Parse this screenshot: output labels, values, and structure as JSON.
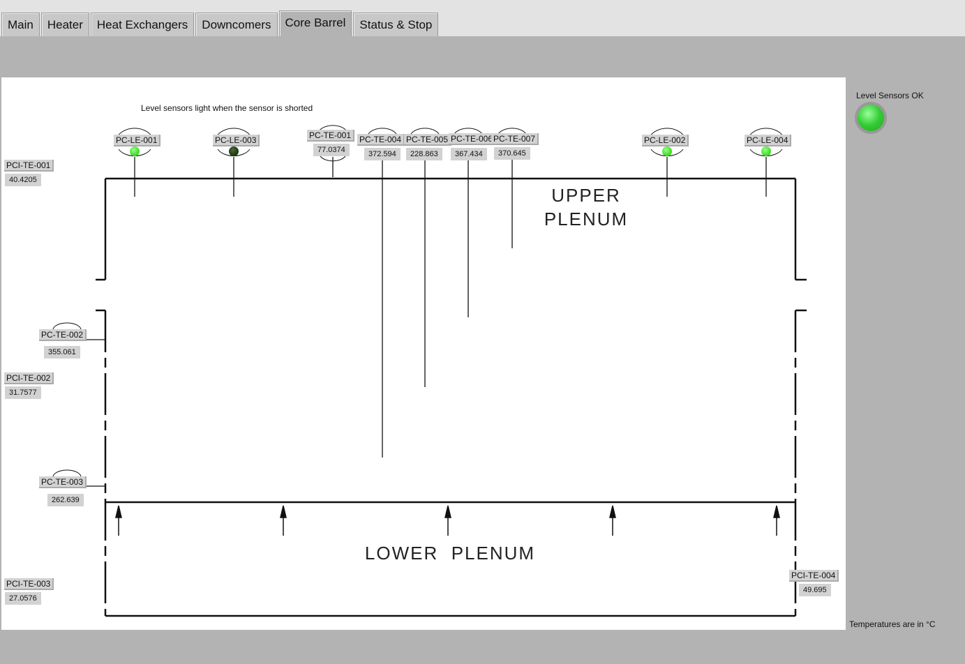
{
  "tabs": [
    "Main",
    "Heater",
    "Heat Exchangers",
    "Downcomers",
    "Core Barrel",
    "Status & Stop"
  ],
  "active_tab": "Core Barrel",
  "note": "Level sensors light when the sensor is shorted",
  "level_ok_label": "Level Sensors OK",
  "units_note": "Temperatures are in °C",
  "upper1": "UPPER",
  "upper2": "PLENUM",
  "lower": "LOWER  PLENUM",
  "level_sensors": [
    {
      "name": "PC-LE-001",
      "state": "on",
      "color": "#44dd22"
    },
    {
      "name": "PC-LE-003",
      "state": "off",
      "color": "#1f3a12"
    },
    {
      "name": "PC-LE-002",
      "state": "on",
      "color": "#44dd22"
    },
    {
      "name": "PC-LE-004",
      "state": "on",
      "color": "#44dd22"
    }
  ],
  "probes": [
    {
      "name": "PC-TE-001",
      "value": "77.0374"
    },
    {
      "name": "PC-TE-004",
      "value": "372.594"
    },
    {
      "name": "PC-TE-005",
      "value": "228.863"
    },
    {
      "name": "PC-TE-006",
      "value": "367.434"
    },
    {
      "name": "PC-TE-007",
      "value": "370.645"
    },
    {
      "name": "PC-TE-002",
      "value": "355.061"
    },
    {
      "name": "PC-TE-003",
      "value": "262.639"
    }
  ],
  "inlet_sensors": [
    {
      "name": "PCI-TE-001",
      "value": "40.4205"
    },
    {
      "name": "PCI-TE-002",
      "value": "31.7577"
    },
    {
      "name": "PCI-TE-003",
      "value": "27.0576"
    },
    {
      "name": "PCI-TE-004",
      "value": "49.695"
    }
  ]
}
